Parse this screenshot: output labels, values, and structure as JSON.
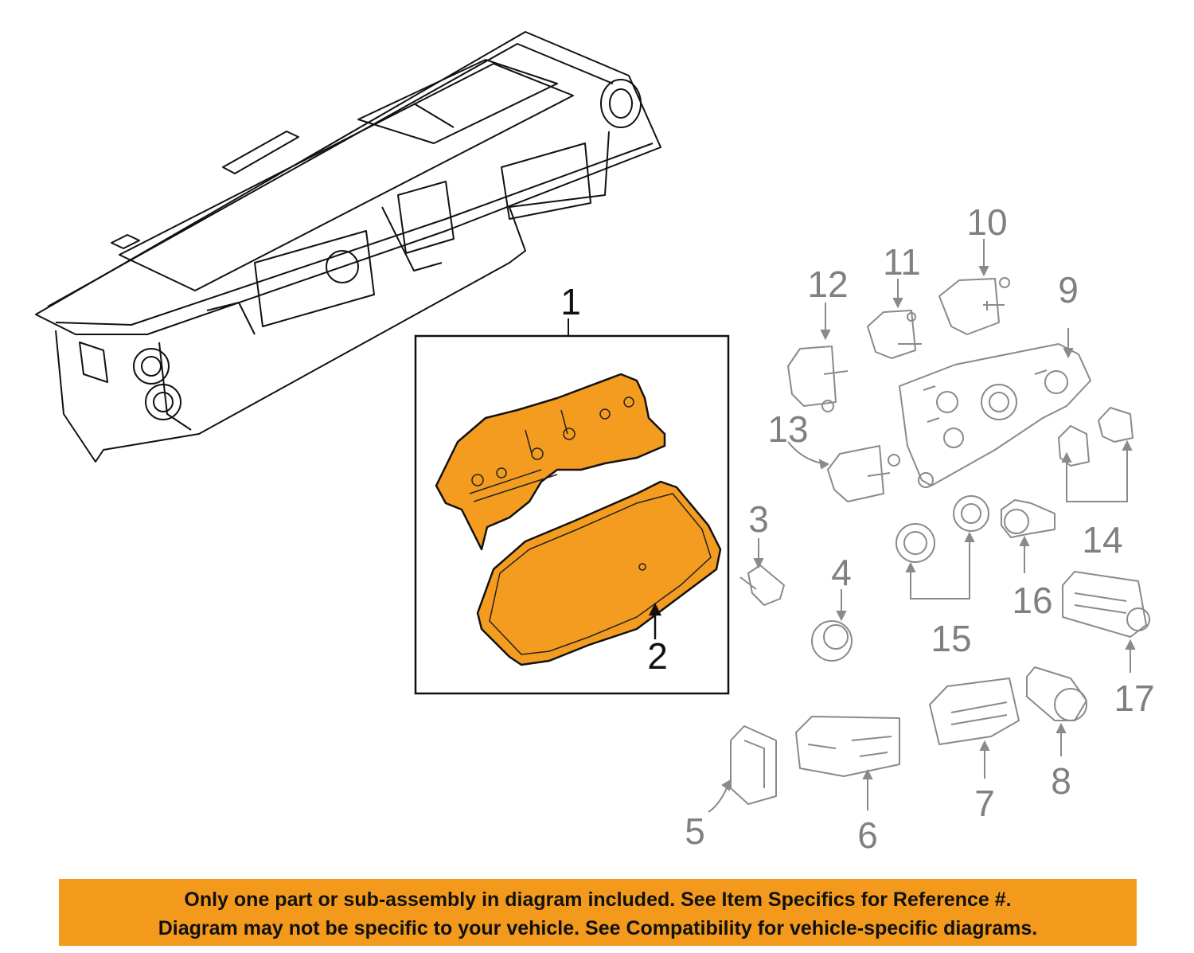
{
  "diagram": {
    "callouts": [
      {
        "id": "1",
        "text": "1"
      },
      {
        "id": "2",
        "text": "2"
      },
      {
        "id": "3",
        "text": "3"
      },
      {
        "id": "4",
        "text": "4"
      },
      {
        "id": "5",
        "text": "5"
      },
      {
        "id": "6",
        "text": "6"
      },
      {
        "id": "7",
        "text": "7"
      },
      {
        "id": "8",
        "text": "8"
      },
      {
        "id": "9",
        "text": "9"
      },
      {
        "id": "10",
        "text": "10"
      },
      {
        "id": "11",
        "text": "11"
      },
      {
        "id": "12",
        "text": "12"
      },
      {
        "id": "13",
        "text": "13"
      },
      {
        "id": "14",
        "text": "14"
      },
      {
        "id": "15",
        "text": "15"
      },
      {
        "id": "16",
        "text": "16"
      },
      {
        "id": "17",
        "text": "17"
      }
    ],
    "highlight_color": "#f39c1f",
    "line_color": "#8a8a8a"
  },
  "notice": {
    "line1": "Only one part or sub-assembly in diagram included. See Item Specifics for Reference #.",
    "line2": "Diagram may not be specific to your vehicle. See Compatibility for vehicle-specific diagrams.",
    "background": "#f39a1c"
  }
}
